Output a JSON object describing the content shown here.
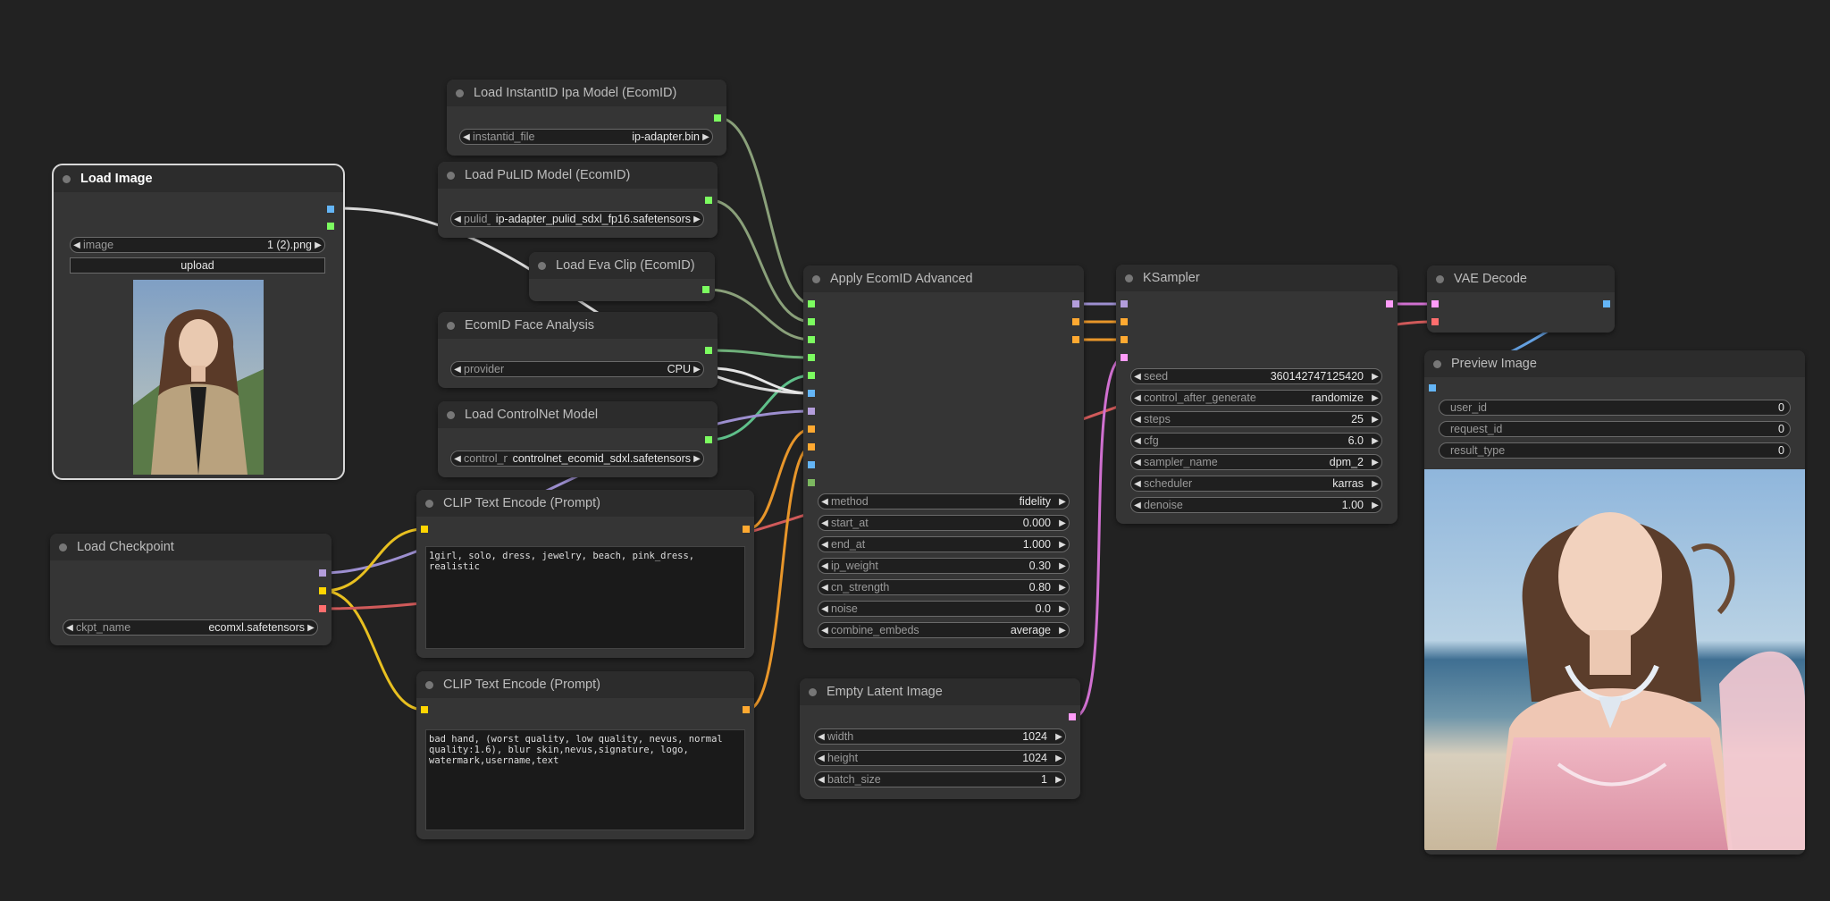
{
  "nodes": {
    "load_image": {
      "title": "Load Image",
      "image_label": "image",
      "image_value": "1 (2).png",
      "upload_label": "upload"
    },
    "instantid": {
      "title": "Load InstantID Ipa Model (EcomID)",
      "file_label": "instantid_file",
      "file_value": "ip-adapter.bin"
    },
    "pulid": {
      "title": "Load PuLID Model (EcomID)",
      "label": "pulid_file",
      "value": "ip-adapter_pulid_sdxl_fp16.safetensors"
    },
    "eva_clip": {
      "title": "Load Eva Clip (EcomID)"
    },
    "face_analysis": {
      "title": "EcomID Face Analysis",
      "provider_label": "provider",
      "provider_value": "CPU"
    },
    "controlnet": {
      "title": "Load ControlNet Model",
      "label": "control_net_name",
      "value": "controlnet_ecomid_sdxl.safetensors"
    },
    "clip_pos": {
      "title": "CLIP Text Encode (Prompt)",
      "text": "1girl, solo, dress, jewelry, beach, pink_dress, realistic"
    },
    "clip_neg": {
      "title": "CLIP Text Encode (Prompt)",
      "text": "bad hand, (worst quality, low quality, nevus, normal quality:1.6), blur skin,nevus,signature, logo, watermark,username,text"
    },
    "checkpoint": {
      "title": "Load Checkpoint",
      "label": "ckpt_name",
      "value": "ecomxl.safetensors"
    },
    "apply": {
      "title": "Apply EcomID Advanced",
      "widgets": [
        {
          "label": "method",
          "value": "fidelity"
        },
        {
          "label": "start_at",
          "value": "0.000"
        },
        {
          "label": "end_at",
          "value": "1.000"
        },
        {
          "label": "ip_weight",
          "value": "0.30"
        },
        {
          "label": "cn_strength",
          "value": "0.80"
        },
        {
          "label": "noise",
          "value": "0.0"
        },
        {
          "label": "combine_embeds",
          "value": "average"
        }
      ]
    },
    "latent": {
      "title": "Empty Latent Image",
      "widgets": [
        {
          "label": "width",
          "value": "1024"
        },
        {
          "label": "height",
          "value": "1024"
        },
        {
          "label": "batch_size",
          "value": "1"
        }
      ]
    },
    "ksampler": {
      "title": "KSampler",
      "widgets": [
        {
          "label": "seed",
          "value": "360142747125420"
        },
        {
          "label": "control_after_generate",
          "value": "randomize"
        },
        {
          "label": "steps",
          "value": "25"
        },
        {
          "label": "cfg",
          "value": "6.0"
        },
        {
          "label": "sampler_name",
          "value": "dpm_2"
        },
        {
          "label": "scheduler",
          "value": "karras"
        },
        {
          "label": "denoise",
          "value": "1.00"
        }
      ]
    },
    "vae_decode": {
      "title": "VAE Decode"
    },
    "preview": {
      "title": "Preview Image",
      "widgets": [
        {
          "label": "user_id",
          "value": "0"
        },
        {
          "label": "request_id",
          "value": "0"
        },
        {
          "label": "result_type",
          "value": "0"
        }
      ]
    }
  },
  "icons": {
    "widget_left": "triangle-left-icon",
    "widget_right": "triangle-right-icon"
  },
  "colors": {
    "canvas": "#222222",
    "node": "#353535",
    "title": "#2c2c2c",
    "clip": "#ffd500",
    "model": "#b39ddb",
    "vae": "#ff6e6e",
    "image": "#64b5f6",
    "conditioning": "#ffa931",
    "latent": "#ff9cf9",
    "green": "#7cfc60"
  }
}
